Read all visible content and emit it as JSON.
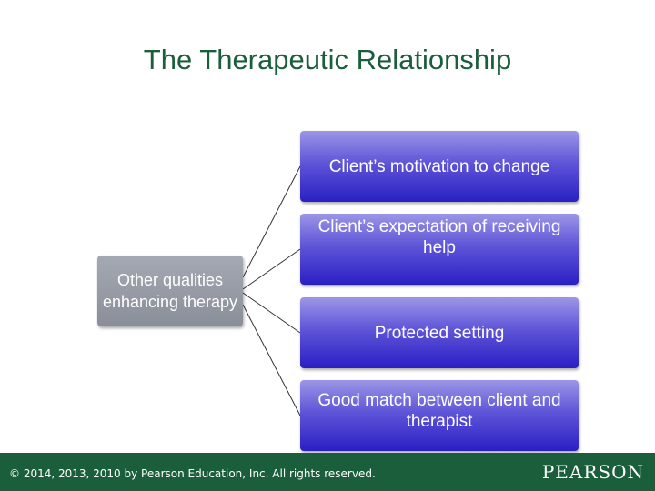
{
  "title": "The Therapeutic Relationship",
  "diagram": {
    "root": "Other qualities enhancing therapy",
    "branches": [
      "Client’s motivation to change",
      "Client’s expectation of receiving help",
      "Protected setting",
      "Good match between client and therapist"
    ]
  },
  "footer": {
    "copyright": "© 2014, 2013, 2010 by Pearson Education, Inc. All rights reserved.",
    "brand": "PEARSON"
  },
  "colors": {
    "title": "#1b5e3c",
    "footer_bg": "#1b5e3c",
    "branch_box": "#2a1fc4",
    "root_box": "#898e99"
  }
}
